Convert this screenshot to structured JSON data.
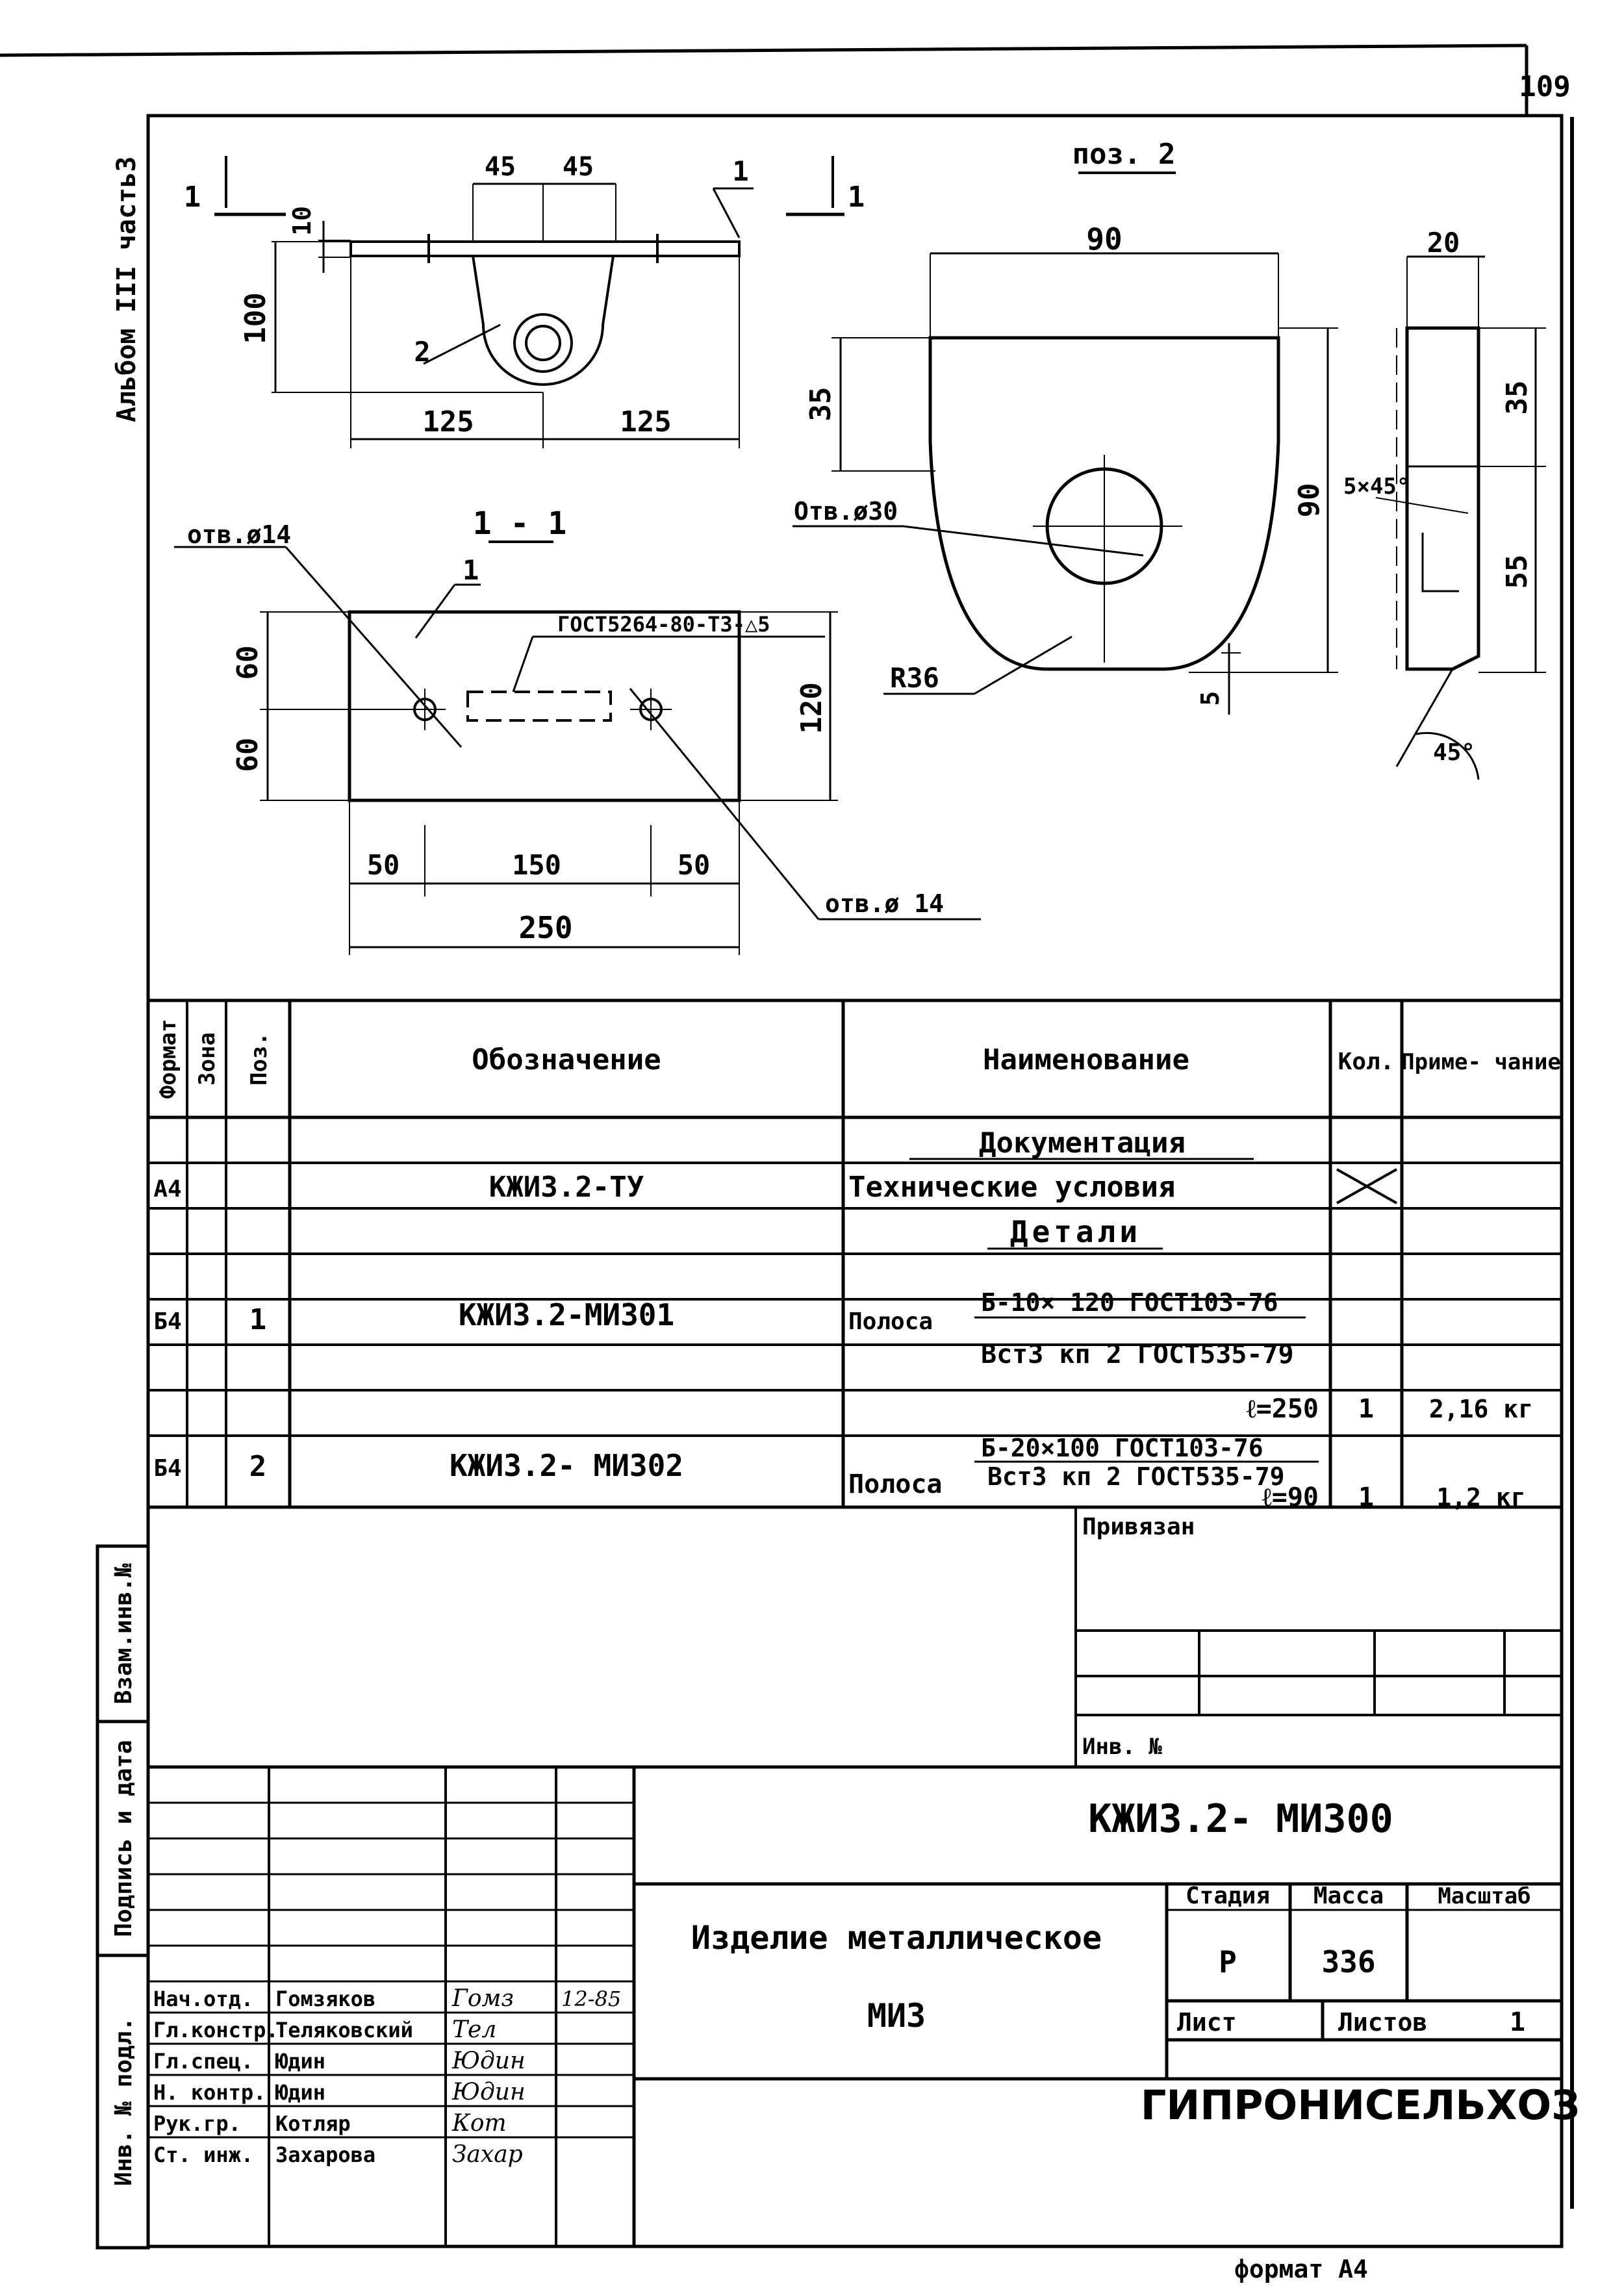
{
  "page": {
    "number": "109",
    "album_label": "Альбом III часть3",
    "format_label": "формат А4"
  },
  "drawing": {
    "section_mark": "1",
    "dims_top": [
      "45",
      "45"
    ],
    "dim_flange": "10",
    "dim_height": "100",
    "dims_half": [
      "125",
      "125"
    ],
    "pos_labels": [
      "1",
      "2"
    ],
    "hole_left": "отв.ø14",
    "section_title": "1 - 1",
    "plate_pos": "1",
    "weld_note": "ГОСТ5264-80-Т3-△5",
    "dims_plate_side": [
      "60",
      "60"
    ],
    "dim_plate_height": "120",
    "dims_plate_bottom": [
      "50",
      "150",
      "50"
    ],
    "dim_plate_width": "250",
    "hole_right": "отв.ø 14",
    "pos2_title": "поз. 2",
    "pos2_width": "90",
    "pos2_h1": "35",
    "pos2_h2": "90",
    "pos2_hole": "Отв.ø30",
    "pos2_radius": "R36",
    "pos2_cut": "5",
    "side_width": "20",
    "side_h1": "35",
    "side_chamfer": "5×45°",
    "side_h2": "55",
    "side_angle": "45°"
  },
  "spec": {
    "headers": {
      "format": "Формат",
      "zone": "Зона",
      "pos": "Поз.",
      "designation": "Обозначение",
      "name": "Наименование",
      "qty": "Кол.",
      "note": "Приме- чание"
    },
    "section_docs": "Документация",
    "doc_row": {
      "format": "А4",
      "designation": "КЖИ3.2-ТУ",
      "name": "Технические условия"
    },
    "section_parts": "Детали",
    "part1": {
      "format": "Б4",
      "pos": "1",
      "designation": "КЖИ3.2-МИ301",
      "name_prefix": "Полоса",
      "name_top": "Б-10× 120 ГОСТ103-76",
      "name_bottom": "Вст3 кп 2 ГОСТ535-79",
      "length": "ℓ=250",
      "qty": "1",
      "note": "2,16 кг"
    },
    "part2": {
      "format": "Б4",
      "pos": "2",
      "designation": "КЖИ3.2- МИ302",
      "name_prefix": "Полоса",
      "name_top": "Б-20×100 ГОСТ103-76",
      "name_bottom": "Вст3 кп 2 ГОСТ535-79",
      "length": "ℓ=90",
      "qty": "1",
      "note": "1,2 кг"
    }
  },
  "binding": {
    "title": "Привязан",
    "inv": "Инв. №"
  },
  "side_stamp": {
    "vzam": "Взам.инв.№",
    "podpis": "Подпись и дата",
    "inv_podl": "Инв. № подл."
  },
  "title_block": {
    "code": "КЖИ3.2- МИ300",
    "name_line1": "Изделие металлическое",
    "name_line2": "МИ3",
    "stage_header": "Стадия",
    "mass_header": "Масса",
    "scale_header": "Масштаб",
    "stage": "Р",
    "mass": "336",
    "sheet_label": "Лист",
    "sheets_label": "Листов",
    "sheets_value": "1",
    "organization": "ГИПРОНИСЕЛЬХОЗ",
    "staff": [
      {
        "role": "Нач.отд.",
        "name": "Гомзяков",
        "sign": "Гомз",
        "date": "12-85"
      },
      {
        "role": "Гл.констр.",
        "name": "Теляковский",
        "sign": "Тел",
        "date": ""
      },
      {
        "role": "Гл.спец.",
        "name": "Юдин",
        "sign": "Юдин",
        "date": ""
      },
      {
        "role": "Н. контр.",
        "name": "Юдин",
        "sign": "Юдин",
        "date": ""
      },
      {
        "role": "Рук.гр.",
        "name": "Котляр",
        "sign": "Кот",
        "date": ""
      },
      {
        "role": "Ст. инж.",
        "name": "Захарова",
        "sign": "Захар",
        "date": ""
      }
    ]
  }
}
